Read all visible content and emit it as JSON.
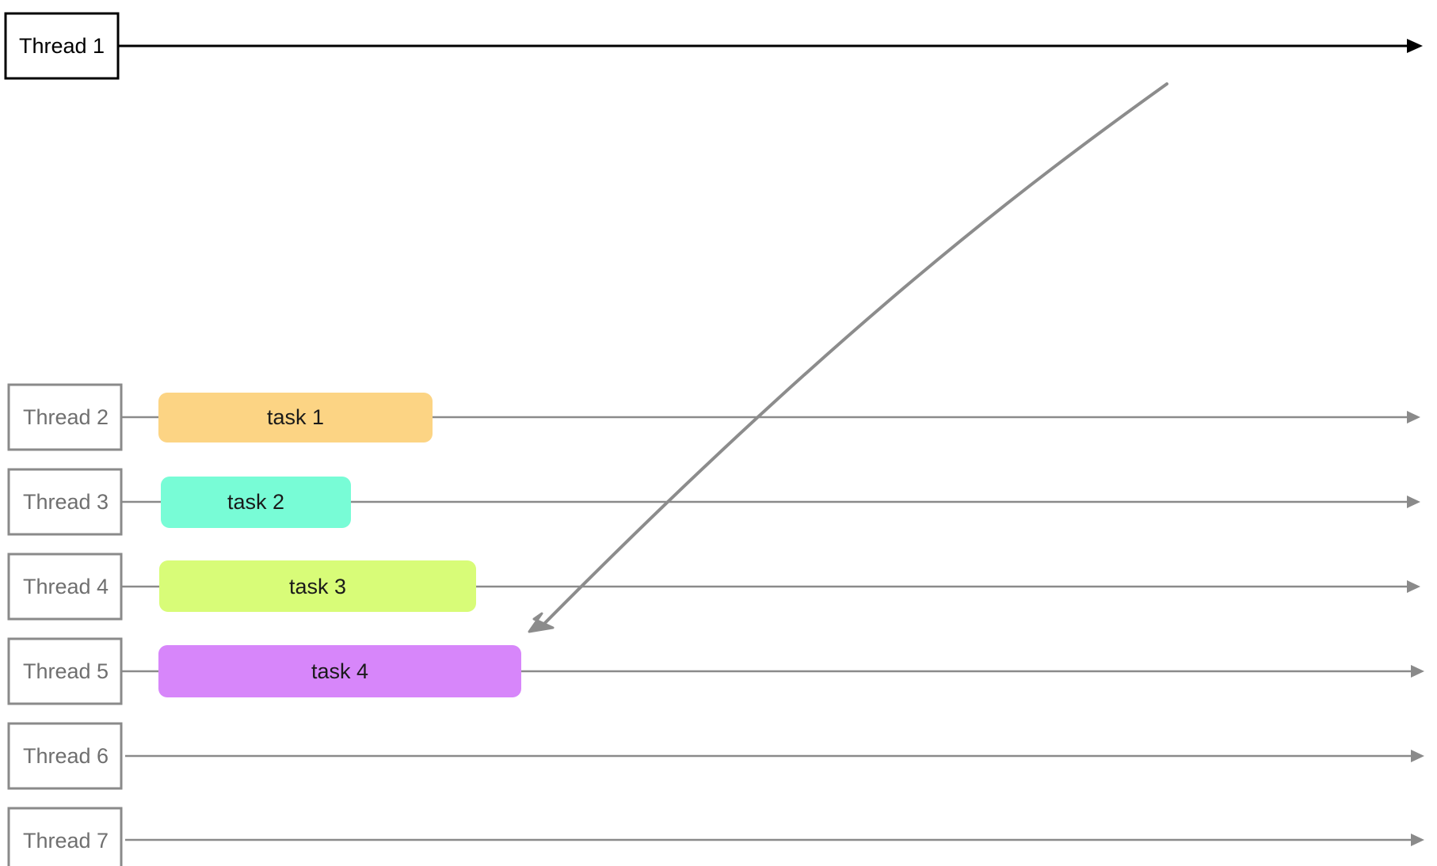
{
  "threads": [
    {
      "label": "Thread 1",
      "style": "main",
      "color": "#000000"
    },
    {
      "label": "Thread 2",
      "style": "worker",
      "color": "#8a8a8a"
    },
    {
      "label": "Thread 3",
      "style": "worker",
      "color": "#8a8a8a"
    },
    {
      "label": "Thread 4",
      "style": "worker",
      "color": "#8a8a8a"
    },
    {
      "label": "Thread 5",
      "style": "worker",
      "color": "#8a8a8a"
    },
    {
      "label": "Thread 6",
      "style": "worker",
      "color": "#8a8a8a"
    },
    {
      "label": "Thread 7",
      "style": "worker",
      "color": "#8a8a8a"
    }
  ],
  "tasks": [
    {
      "label": "task 1",
      "thread": "Thread 2",
      "color": "#fcd484"
    },
    {
      "label": "task 2",
      "thread": "Thread 3",
      "color": "#78fcd6"
    },
    {
      "label": "task 3",
      "thread": "Thread 4",
      "color": "#d8fc78"
    },
    {
      "label": "task 4",
      "thread": "Thread 5",
      "color": "#d786fa"
    }
  ],
  "annotation": {
    "type": "hand-drawn-arrow",
    "points_from": "Thread 1",
    "points_to": "task 4",
    "color": "#8c8c8c"
  }
}
